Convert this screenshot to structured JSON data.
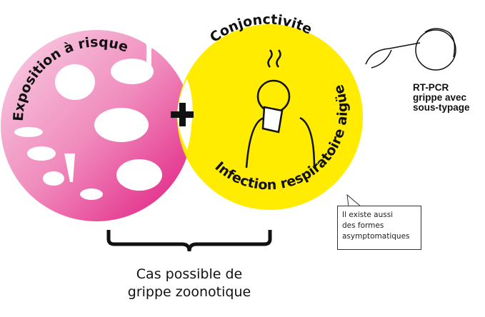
{
  "left_circle": {
    "label": "Exposition à risque",
    "color_light": "#f7c6de",
    "color_dark": "#e0187f"
  },
  "right_circle": {
    "label_top": "Conjonctivite",
    "label_bottom": "Infection respiratoire aigüe",
    "color": "#ffec00"
  },
  "operator": "+",
  "test": {
    "lines": [
      "RT-PCR",
      "grippe avec",
      "sous-typage"
    ]
  },
  "note": {
    "lines": [
      "Il existe aussi",
      "des formes",
      "asymptomatiques"
    ]
  },
  "result": {
    "lines": [
      "Cas possible de",
      "grippe zoonotique"
    ]
  }
}
